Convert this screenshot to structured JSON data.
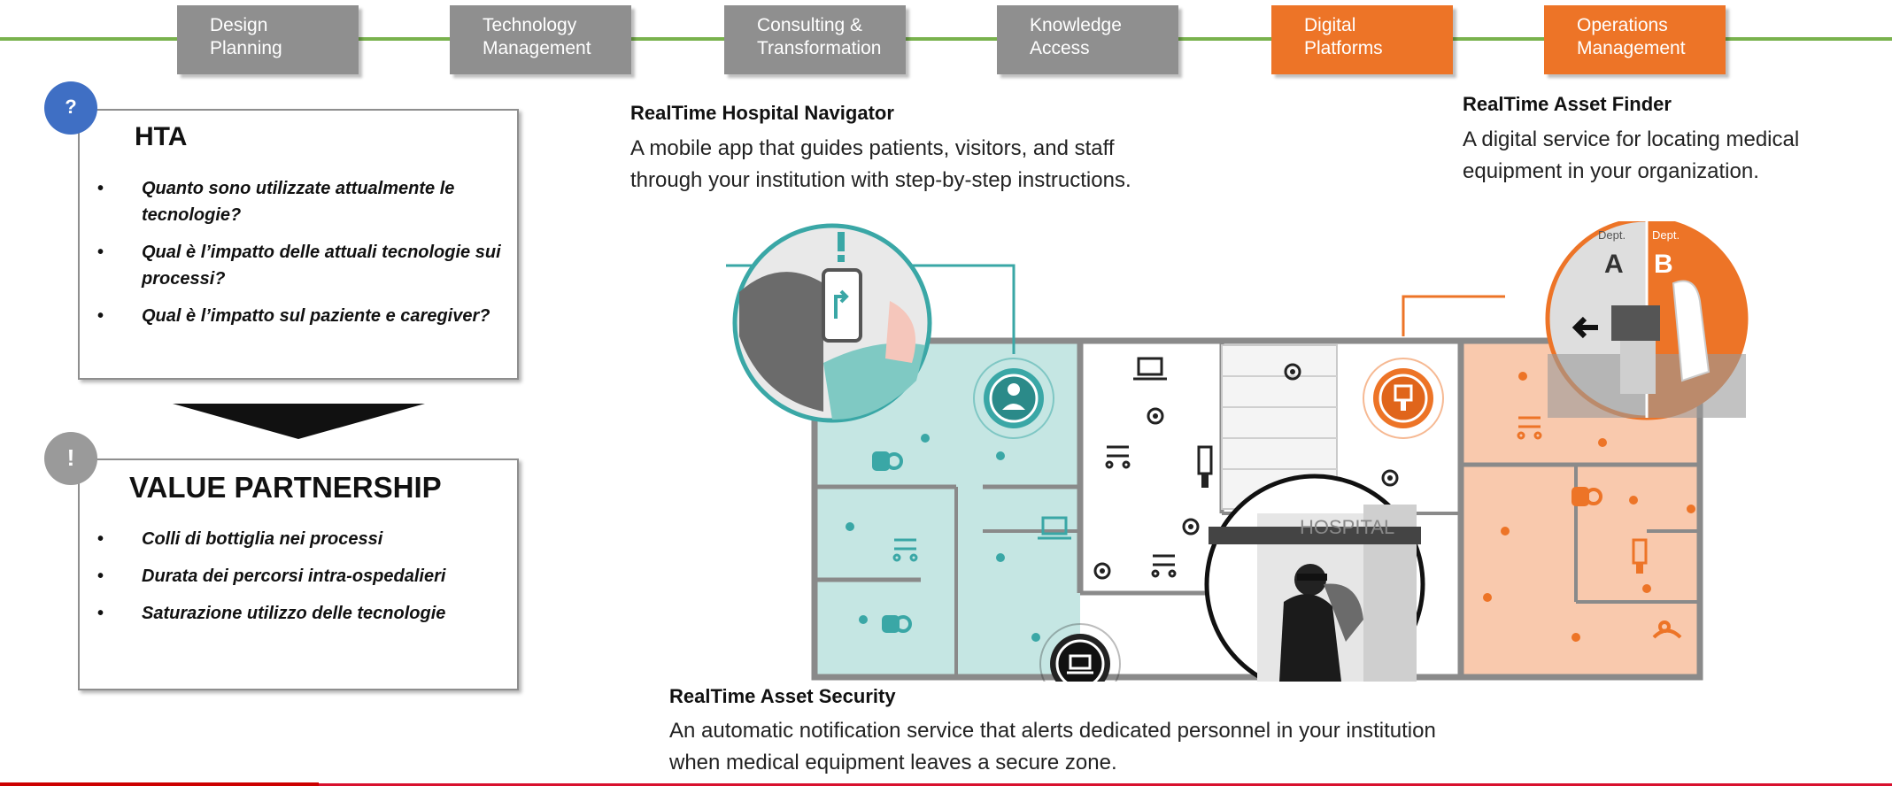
{
  "nav": {
    "steps": [
      {
        "line1": "Design",
        "line2": "Planning",
        "active": false
      },
      {
        "line1": "Technology",
        "line2": "Management",
        "active": false
      },
      {
        "line1": "Consulting &",
        "line2": "Transformation",
        "active": false
      },
      {
        "line1": "Knowledge",
        "line2": "Access",
        "active": false
      },
      {
        "line1": "Digital",
        "line2": "Platforms",
        "active": true
      },
      {
        "line1": "Operations",
        "line2": "Management",
        "active": true
      }
    ]
  },
  "hta": {
    "badge": "?",
    "title": "HTA",
    "items": [
      "Quanto sono utilizzate attualmente le tecnologie?",
      "Qual è l’impatto delle attuali tecnologie sui processi?",
      "Qual è l’impatto sul paziente e caregiver?"
    ]
  },
  "value": {
    "badge": "!",
    "title": "VALUE PARTNERSHIP",
    "items": [
      "Colli di bottiglia nei processi",
      "Durata dei percorsi intra-ospedalieri",
      "Saturazione utilizzo delle tecnologie"
    ]
  },
  "navigator": {
    "title": "RealTime Hospital Navigator",
    "desc_line1": "A mobile app that guides patients, visitors, and staff",
    "desc_line2": "through your institution with step-by-step instructions."
  },
  "finder": {
    "title": "RealTime Asset Finder",
    "desc_line1": "A digital service for locating medical",
    "desc_line2": "equipment in your organization.",
    "dept_a_label": "Dept.",
    "dept_a": "A",
    "dept_b_label": "Dept.",
    "dept_b": "B"
  },
  "security": {
    "title": "RealTime Asset Security",
    "desc_line1": "An automatic notification service that alerts dedicated personnel in your institution",
    "desc_line2": "when medical equipment leaves a secure zone.",
    "hospital_sign": "HOSPITAL"
  },
  "colors": {
    "teal": "#3aa7a6",
    "teal_light": "#c5e6e3",
    "orange": "#ed7427",
    "orange_light": "#f9c9ad",
    "gray": "#8f8f8f",
    "green": "#79b24d",
    "red": "#d8102e",
    "blue_badge": "#3f6fc4"
  },
  "icons": [
    "question-icon",
    "exclamation-icon",
    "person-icon",
    "laptop-icon",
    "bed-icon",
    "camera-icon",
    "pump-icon",
    "microscope-icon",
    "arrow-left-icon"
  ]
}
